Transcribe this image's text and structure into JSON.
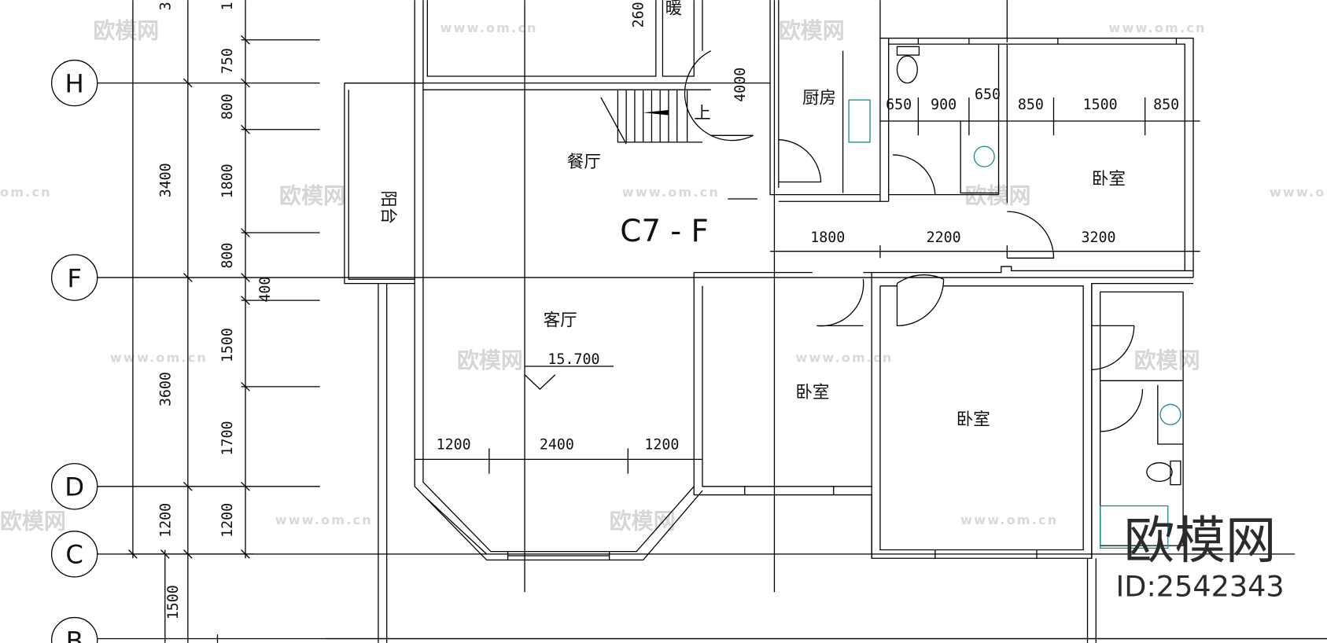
{
  "drawing": {
    "plan_code": "C7 - F",
    "axes": [
      "H",
      "F",
      "D",
      "C",
      "B"
    ],
    "left_dims_outer": [
      "3400",
      "3600",
      "1200",
      "1500"
    ],
    "left_dims_inner": [
      "750",
      "800",
      "1800",
      "800",
      "1500",
      "1700",
      "1200"
    ],
    "left_dim_extra": "400",
    "top_cut_labels": [
      "3",
      "1",
      "260",
      "4000"
    ],
    "rooms": {
      "balcony": "阳台",
      "dining": "餐厅",
      "living": "客厅",
      "kitchen": "厨房",
      "bedroom": "卧室",
      "stair_up": "上",
      "top_room_cut": "暖"
    },
    "elevation": "15.700",
    "bath_dims": [
      "650",
      "900",
      "650"
    ],
    "bedroom_dims": [
      "850",
      "1500",
      "850"
    ],
    "corridor_dims": [
      "1800",
      "2200",
      "3200"
    ],
    "living_dims": [
      "1200",
      "2400",
      "1200"
    ],
    "fixture_color": "#1a8a8a"
  },
  "watermark": {
    "logo_text": "欧模网",
    "url": "www.om.cn",
    "id": "ID:2542343"
  }
}
